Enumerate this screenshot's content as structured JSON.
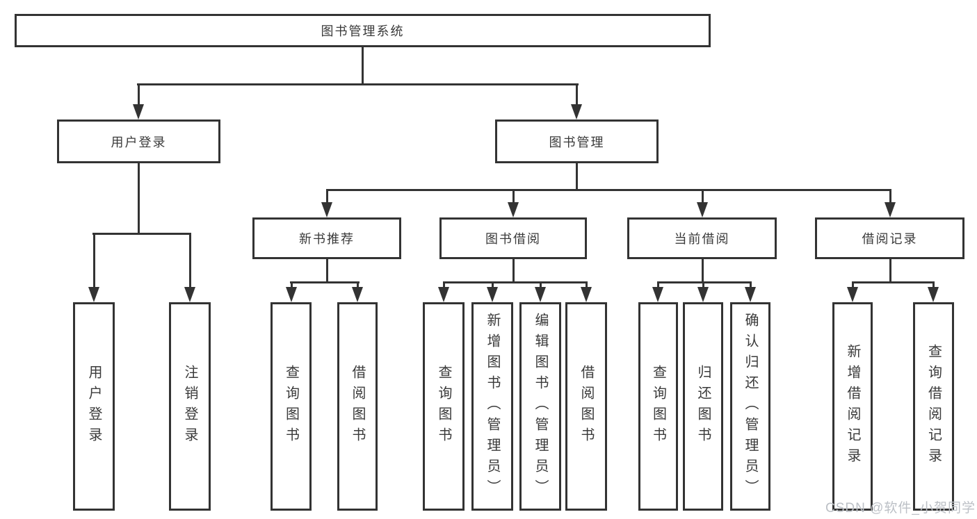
{
  "diagram": {
    "root": {
      "label": "图书管理系统"
    },
    "branches": [
      {
        "label": "用户登录",
        "children": [
          {
            "label": "用户登录"
          },
          {
            "label": "注销登录"
          }
        ]
      },
      {
        "label": "图书管理",
        "children": [
          {
            "label": "新书推荐",
            "children": [
              {
                "label": "查询图书"
              },
              {
                "label": "借阅图书"
              }
            ]
          },
          {
            "label": "图书借阅",
            "children": [
              {
                "label": "查询图书"
              },
              {
                "label": "新增图书（管理员）"
              },
              {
                "label": "编辑图书（管理员）"
              },
              {
                "label": "借阅图书"
              }
            ]
          },
          {
            "label": "当前借阅",
            "children": [
              {
                "label": "查询图书"
              },
              {
                "label": "归还图书"
              },
              {
                "label": "确认归还（管理员）"
              }
            ]
          },
          {
            "label": "借阅记录",
            "children": [
              {
                "label": "新增借阅记录"
              },
              {
                "label": "查询借阅记录"
              }
            ]
          }
        ]
      }
    ]
  },
  "watermark": {
    "text": "CSDN @软件_小贺同学"
  },
  "colors": {
    "line": "#333333",
    "text": "#3a3a3a",
    "background": "#ffffff",
    "watermark": "#bcc0c6"
  }
}
